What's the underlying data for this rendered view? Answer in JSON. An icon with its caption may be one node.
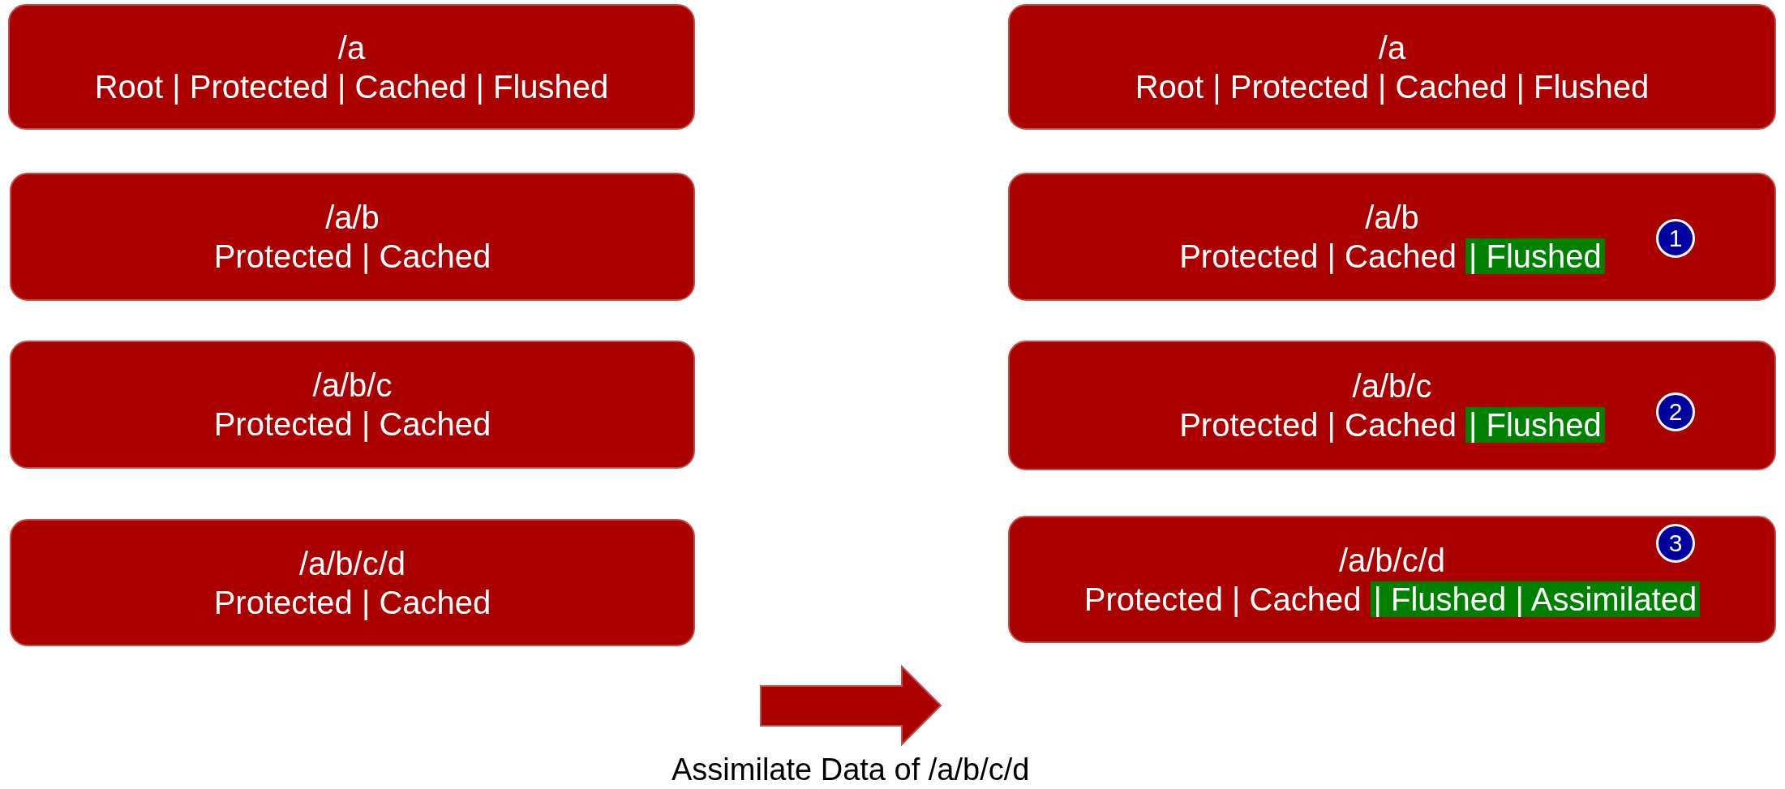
{
  "diagram": {
    "nodes": [
      {
        "text": [
          "/a",
          "Root | Protected | Cached | Flushed"
        ]
      },
      {
        "text": [
          "/a/b",
          "Protected | Cached"
        ]
      },
      {
        "text": [
          "/a/b/c",
          "Protected | Cached"
        ]
      },
      {
        "text": [
          "/a/b/c/d",
          "Protected | Cached"
        ]
      },
      {
        "text": [
          "/a",
          "Root | Protected | Cached | Flushed"
        ]
      },
      {
        "text": [
          "/a/b",
          "Protected | Cached",
          "| Flushed"
        ]
      },
      {
        "text": [
          "1"
        ],
        "in": 5
      },
      {
        "text": [
          "/a/b/c",
          "Protected | Cached",
          "| Flushed"
        ]
      },
      {
        "text": [
          "2"
        ],
        "in": 7
      },
      {
        "text": [
          "/a/b/c/d",
          "Protected | Cached",
          "| Flushed | Assimilated"
        ]
      },
      {
        "text": [
          "3"
        ],
        "in": 9
      }
    ],
    "edges": [],
    "labels": [
      "Assimilate Data of /a/b/c/d"
    ]
  }
}
